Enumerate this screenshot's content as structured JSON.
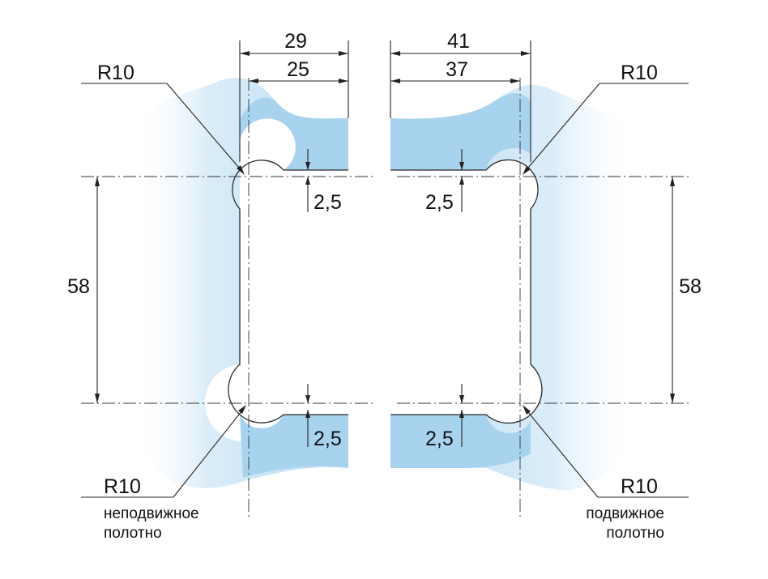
{
  "left": {
    "dim_top_outer": "29",
    "dim_top_inner": "25",
    "radius_top": "R10",
    "radius_bottom": "R10",
    "gap_top": "2,5",
    "gap_bottom": "2,5",
    "height": "58",
    "caption_line1": "неподвижное",
    "caption_line2": "полотно"
  },
  "right": {
    "dim_top_outer": "41",
    "dim_top_inner": "37",
    "radius_top": "R10",
    "radius_bottom": "R10",
    "gap_top": "2,5",
    "gap_bottom": "2,5",
    "height": "58",
    "caption_line1": "подвижное",
    "caption_line2": "полотно"
  },
  "colors": {
    "glass": "#a9d3ef",
    "glass_light": "#dcedf9",
    "line": "#222222"
  }
}
